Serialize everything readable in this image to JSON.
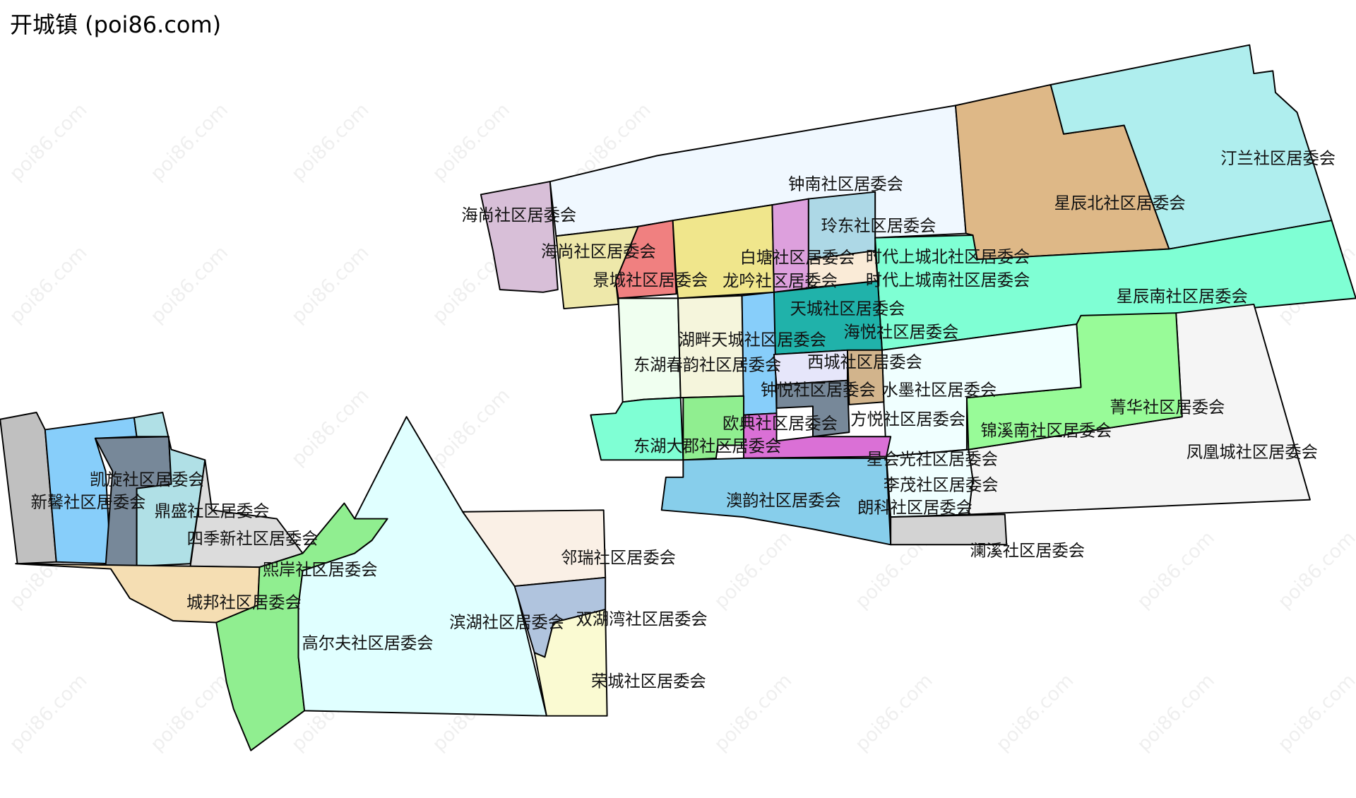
{
  "title": "开城镇 (poi86.com)",
  "watermark": "poi86.com",
  "regions": [
    {
      "label": "海尚社区居委会",
      "color": "#d8bfd8"
    },
    {
      "label": "钟南社区居委会",
      "color": "#f0f8ff"
    },
    {
      "label": "星辰北社区居委会",
      "color": "#deb887"
    },
    {
      "label": "汀兰社区居委会",
      "color": "#afeeee"
    },
    {
      "label": "海尚社区居委会",
      "color": "#eee8aa"
    },
    {
      "label": "景城社区居委会",
      "color": "#f08080"
    },
    {
      "label": "龙吟社区居委会",
      "color": "#f0e68c"
    },
    {
      "label": "白塘社区居委会",
      "color": "#dda0dd"
    },
    {
      "label": "玲东社区居委会",
      "color": "#add8e6"
    },
    {
      "label": "时代上城北社区居委会",
      "color": "#faebd7"
    },
    {
      "label": "时代上城南社区居委会",
      "color": "#7fffd4"
    },
    {
      "label": "星辰南社区居委会",
      "color": "#7fffd4"
    },
    {
      "label": "海悦社区居委会",
      "color": "#20b2aa"
    },
    {
      "label": "东湖春韵社区居委会",
      "color": "#f0fff0"
    },
    {
      "label": "湖畔天城社区居委会",
      "color": "#f5f5dc"
    },
    {
      "label": "西城社区居委会",
      "color": "#87cefa"
    },
    {
      "label": "东湖大郡社区居委会",
      "color": "#7fffd4"
    },
    {
      "label": "欧典社区居委会",
      "color": "#90ee90"
    },
    {
      "label": "凤凰城社区居委会",
      "color": "#f5f5f5"
    },
    {
      "label": "菁华社区居委会",
      "color": "#98fb98"
    },
    {
      "label": "水墨社区居委会",
      "color": "#f0ffff"
    },
    {
      "label": "钟悦社区居委会",
      "color": "#d2b48c"
    },
    {
      "label": "天城社区居委会",
      "color": "#e6e6fa"
    },
    {
      "label": "方悦社区居委会",
      "color": "#778899"
    },
    {
      "label": "星会光社区居委会",
      "color": "#da70d6"
    },
    {
      "label": "澳韵社区居委会",
      "color": "#87ceeb"
    },
    {
      "label": "朗科社区居委会",
      "color": "#f0ffff"
    },
    {
      "label": "澜溪社区居委会",
      "color": "#d3d3d3"
    },
    {
      "label": "新馨社区居委会",
      "color": "#c0c0c0"
    },
    {
      "label": "凯旋社区居委会",
      "color": "#87cefa"
    },
    {
      "label": "鼎盛社区居委会",
      "color": "#778899"
    },
    {
      "label": "四季新社区居委会",
      "color": "#b0e0e6"
    },
    {
      "label": "熙岸社区居委会",
      "color": "#dcdcdc"
    },
    {
      "label": "城邦社区居委会",
      "color": "#f5deb3"
    },
    {
      "label": "高尔夫社区居委会",
      "color": "#90ee90"
    },
    {
      "label": "滨湖社区居委会",
      "color": "#e0ffff"
    },
    {
      "label": "邻瑞社区居委会",
      "color": "#faf0e6"
    },
    {
      "label": "双湖湾社区居委会",
      "color": "#b0c4de"
    },
    {
      "label": "荣城社区居委会",
      "color": "#fafad2"
    },
    {
      "label": "锦溪南社区居委会",
      "color": "#f0ffff"
    },
    {
      "label": "李茂社区居委会",
      "color": "#f0ffff"
    }
  ]
}
